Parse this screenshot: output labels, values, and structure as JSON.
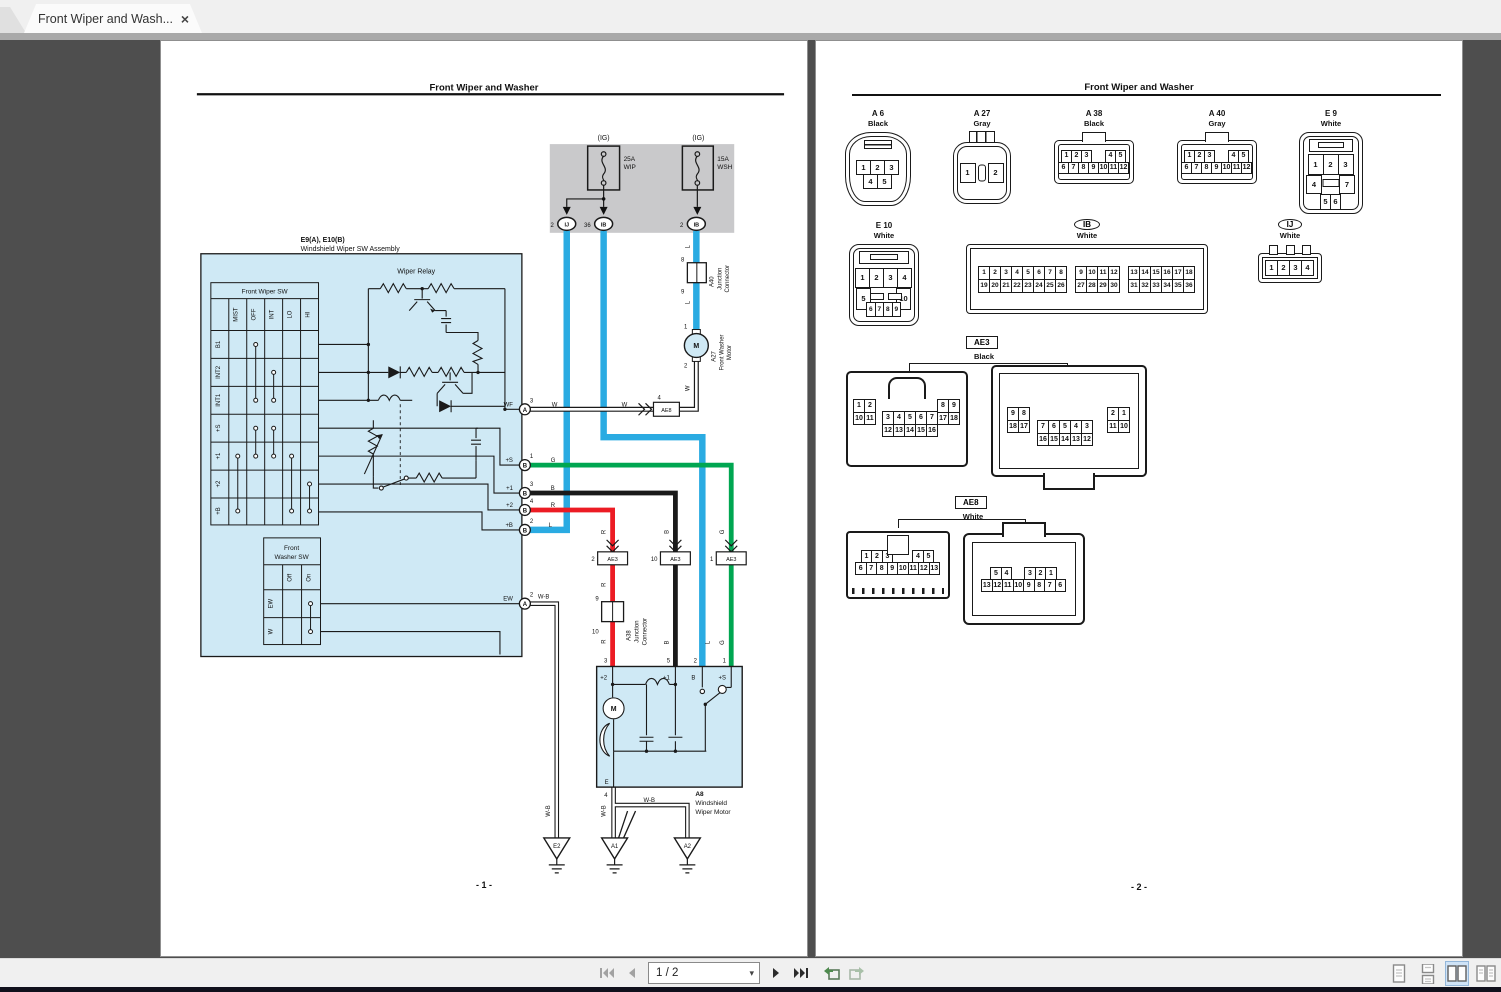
{
  "window": {
    "tab_title": "Front Wiper and Wash...",
    "close": "×"
  },
  "toolbar": {
    "page": "1 / 2",
    "caret": "▾"
  },
  "page1": {
    "header": "Front Wiper and Washer",
    "footer": "- 1 -",
    "fuses": {
      "ig1": "(IG)",
      "ig2": "(IG)",
      "f1_rating": "25A",
      "f1_name": "WIP",
      "f2_rating": "15A",
      "f2_name": "WSH",
      "t1_pin": "2",
      "t1_code": "IJ",
      "t2_pin": "36",
      "t2_code": "IB",
      "t3_pin": "2",
      "t3_code": "IB"
    },
    "assembly": {
      "id": "E9(A), E10(B)",
      "name": "Windshield Wiper SW Assembly",
      "wiper_sw_title": "Front Wiper SW",
      "col_mist": "MIST",
      "col_off": "OFF",
      "col_int": "INT",
      "col_lo": "LO",
      "col_hi": "HI",
      "row_b1": "B1",
      "row_int2": "INT2",
      "row_int1": "INT1",
      "row_s": "+S",
      "row_1": "+1",
      "row_2": "+2",
      "row_b": "+B",
      "relay": "Wiper Relay",
      "washer_title1": "Front",
      "washer_title2": "Washer SW",
      "wcol_off": "Off",
      "wcol_on": "On",
      "wrow_ew": "EW",
      "wrow_w": "W"
    },
    "terminals": {
      "wf": {
        "label": "WF",
        "pin": "3",
        "code": "A"
      },
      "s": {
        "label": "+S",
        "pin": "1",
        "code": "B"
      },
      "one": {
        "label": "+1",
        "pin": "3",
        "code": "B"
      },
      "two": {
        "label": "+2",
        "pin": "4",
        "code": "B"
      },
      "b": {
        "label": "+B",
        "pin": "2",
        "code": "B"
      },
      "ew": {
        "label": "EW",
        "pin": "2",
        "code": "A"
      }
    },
    "wire_labels": {
      "w": "W",
      "g": "G",
      "b": "B",
      "r": "R",
      "l": "L",
      "wb": "W-B"
    },
    "ae8": {
      "pin": "4",
      "label": "AE8"
    },
    "ae3_r": {
      "pin": "2",
      "label": "AE3"
    },
    "ae3_b": {
      "pin": "10",
      "label": "AE3"
    },
    "ae3_g": {
      "pin": "1",
      "label": "AE3"
    },
    "a40": {
      "pin_in": "8",
      "pin_out": "9",
      "name": "A40",
      "desc1": "Junction",
      "desc2": "Connector"
    },
    "a27": {
      "pin_in": "1",
      "pin_out": "2",
      "m": "M",
      "name": "A27",
      "desc1": "Front Washer",
      "desc2": "Motor"
    },
    "a38": {
      "pin_in": "9",
      "pin_out": "10",
      "name": "A38",
      "desc1": "Junction",
      "desc2": "Connector"
    },
    "motor": {
      "pin1_num": "3",
      "pin1_label": "+2",
      "pin2_num": "5",
      "pin2_label": "+1",
      "pin3_num": "2",
      "pin3_label": "B",
      "pin4_num": "1",
      "pin4_label": "+S",
      "m": "M",
      "e_label": "E",
      "e_pin": "4",
      "name": "A8",
      "desc1": "Windshield",
      "desc2": "Wiper Motor"
    },
    "grounds": {
      "g1": "E2",
      "g2": "A1",
      "g3": "A2"
    }
  },
  "page2": {
    "header": "Front Wiper and Washer",
    "footer": "- 2 -",
    "a6": {
      "name": "A 6",
      "color": "Black",
      "pins": [
        [
          "1",
          "2",
          "3"
        ],
        [
          "4",
          "5"
        ]
      ]
    },
    "a27": {
      "name": "A 27",
      "color": "Gray",
      "pins": [
        [
          "1",
          "2"
        ]
      ]
    },
    "a38": {
      "name": "A 38",
      "color": "Black",
      "pins": [
        [
          "1",
          "2",
          "3",
          "",
          "4",
          "5"
        ],
        [
          "6",
          "7",
          "8",
          "9",
          "10",
          "11",
          "12"
        ]
      ]
    },
    "a40": {
      "name": "A 40",
      "color": "Gray",
      "pins": [
        [
          "1",
          "2",
          "3",
          "",
          "4",
          "5"
        ],
        [
          "6",
          "7",
          "8",
          "9",
          "10",
          "11",
          "12"
        ]
      ]
    },
    "e9": {
      "name": "E 9",
      "color": "White",
      "pins_top": [
        [
          "1",
          "2",
          "3"
        ]
      ],
      "pins_mid": [
        [
          "4",
          "7"
        ]
      ],
      "pins_low": [
        [
          "5",
          "6"
        ]
      ]
    },
    "e10": {
      "name": "E 10",
      "color": "White",
      "pins_top": [
        [
          "1",
          "2",
          "3",
          "4"
        ]
      ],
      "pins_mid": [
        [
          "5",
          "10"
        ]
      ],
      "pins_small": [
        [
          "6",
          "7",
          "8",
          "9"
        ]
      ]
    },
    "ib": {
      "name": "IB",
      "color": "White",
      "g1": [
        [
          "1",
          "2",
          "3",
          "4",
          "5",
          "6",
          "7",
          "8"
        ],
        [
          "19",
          "20",
          "21",
          "22",
          "23",
          "24",
          "25",
          "26"
        ]
      ],
      "g2": [
        [
          "9",
          "10",
          "11",
          "12"
        ],
        [
          "27",
          "28",
          "29",
          "30"
        ]
      ],
      "g3": [
        [
          "13",
          "14",
          "15",
          "16",
          "17",
          "18"
        ],
        [
          "31",
          "32",
          "33",
          "34",
          "35",
          "36"
        ]
      ]
    },
    "ij": {
      "name": "IJ",
      "color": "White",
      "pins": [
        [
          "1",
          "2",
          "3",
          "4"
        ]
      ]
    },
    "ae3": {
      "name": "AE3",
      "color": "Black",
      "left_a": [
        [
          "1",
          "2"
        ],
        [
          "10",
          "11"
        ]
      ],
      "left_b": [
        [
          "3",
          "4",
          "5",
          "6",
          "7"
        ],
        [
          "12",
          "13",
          "14",
          "15",
          "16"
        ]
      ],
      "left_c": [
        [
          "8",
          "9"
        ],
        [
          "17",
          "18"
        ]
      ],
      "right_a": [
        [
          "9",
          "8"
        ],
        [
          "18",
          "17"
        ]
      ],
      "right_b": [
        [
          "7",
          "6",
          "5",
          "4",
          "3"
        ],
        [
          "16",
          "15",
          "14",
          "13",
          "12"
        ]
      ],
      "right_c": [
        [
          "2",
          "1"
        ],
        [
          "11",
          "10"
        ]
      ]
    },
    "ae8": {
      "name": "AE8",
      "color": "White",
      "left": [
        [
          "1",
          "2",
          "3",
          "",
          "4",
          "5"
        ],
        [
          "6",
          "7",
          "8",
          "9",
          "10",
          "11",
          "12",
          "13"
        ]
      ],
      "right": [
        [
          "5",
          "4",
          "",
          "3",
          "2",
          "1"
        ],
        [
          "13",
          "12",
          "11",
          "10",
          "9",
          "8",
          "7",
          "6"
        ]
      ]
    }
  }
}
